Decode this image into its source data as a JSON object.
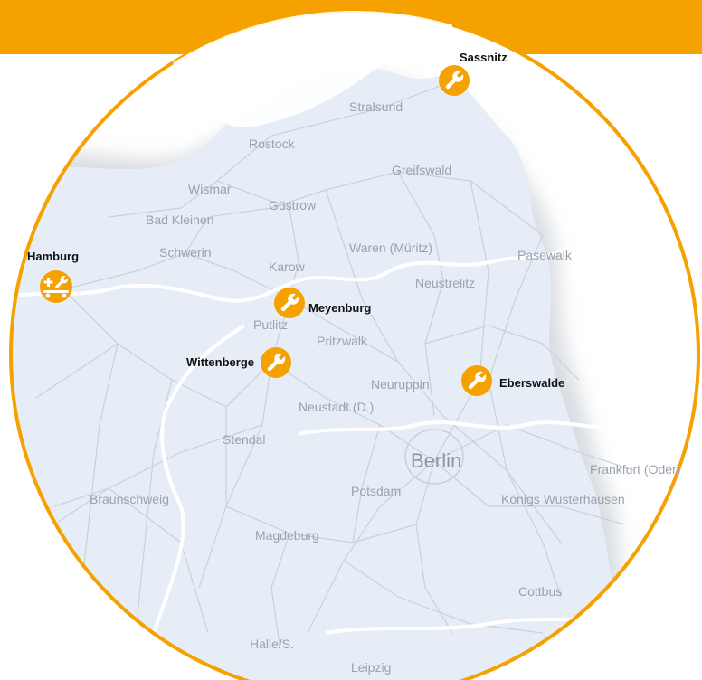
{
  "colors": {
    "accent": "#f5a100",
    "map_fill": "#e6edf7",
    "road": "#c9d0da",
    "border": "#ffffff",
    "label": "#9aa2ad"
  },
  "cities": [
    {
      "id": "stralsund",
      "name": "Stralsund"
    },
    {
      "id": "rostock",
      "name": "Rostock"
    },
    {
      "id": "greifswald",
      "name": "Greifswald"
    },
    {
      "id": "wismar",
      "name": "Wismar"
    },
    {
      "id": "guestrow",
      "name": "Güstrow"
    },
    {
      "id": "bad-kleinen",
      "name": "Bad Kleinen"
    },
    {
      "id": "schwerin",
      "name": "Schwerin"
    },
    {
      "id": "waren",
      "name": "Waren (Müritz)"
    },
    {
      "id": "pasewalk",
      "name": "Pasewalk"
    },
    {
      "id": "karow",
      "name": "Karow"
    },
    {
      "id": "neustrelitz",
      "name": "Neustrelitz"
    },
    {
      "id": "putlitz",
      "name": "Putlitz"
    },
    {
      "id": "pritzwalk",
      "name": "Pritzwalk"
    },
    {
      "id": "neuruppin",
      "name": "Neuruppin"
    },
    {
      "id": "neustadt",
      "name": "Neustadt (D.)"
    },
    {
      "id": "stendal",
      "name": "Stendal"
    },
    {
      "id": "berlin",
      "name": "Berlin"
    },
    {
      "id": "frankfurt",
      "name": "Frankfurt (Oder)"
    },
    {
      "id": "braunschweig",
      "name": "Braunschweig"
    },
    {
      "id": "potsdam",
      "name": "Potsdam"
    },
    {
      "id": "koenigs-wusterhausen",
      "name": "Königs Wusterhausen"
    },
    {
      "id": "magdeburg",
      "name": "Magdeburg"
    },
    {
      "id": "cottbus",
      "name": "Cottbus"
    },
    {
      "id": "halle",
      "name": "Halle/S."
    },
    {
      "id": "leipzig",
      "name": "Leipzig"
    }
  ],
  "locations": [
    {
      "id": "sassnitz",
      "name": "Sassnitz",
      "icon": "wrench-icon"
    },
    {
      "id": "hamburg",
      "name": "Hamburg",
      "icon": "tools-wagon-icon"
    },
    {
      "id": "meyenburg",
      "name": "Meyenburg",
      "icon": "wrench-icon"
    },
    {
      "id": "wittenberge",
      "name": "Wittenberge",
      "icon": "wrench-icon"
    },
    {
      "id": "eberswalde",
      "name": "Eberswalde",
      "icon": "wrench-icon"
    }
  ]
}
